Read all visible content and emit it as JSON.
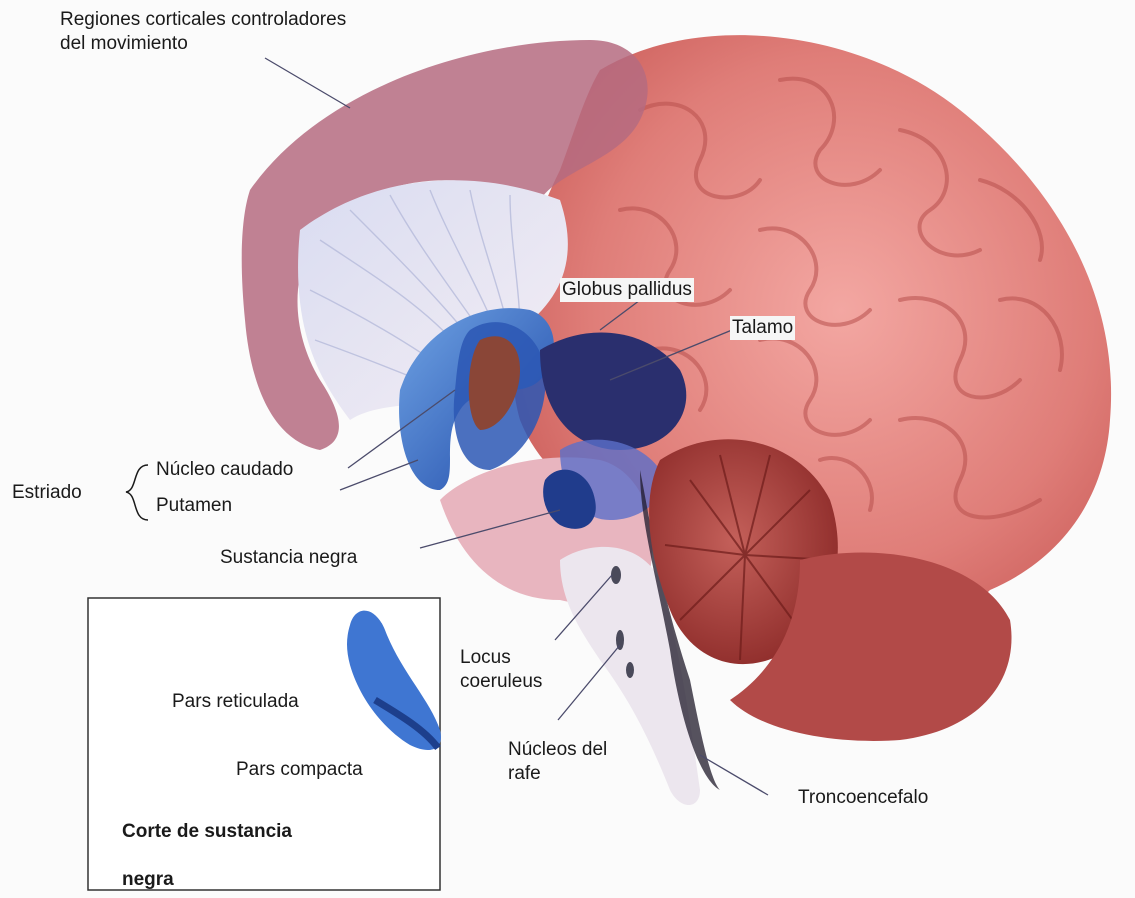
{
  "labels": {
    "cortical": [
      "Regiones corticales controladores",
      "del movimiento"
    ],
    "globus": "Globus pallidus",
    "talamo": "Talamo",
    "estriado": "Estriado",
    "caudado": "Núcleo caudado",
    "putamen": "Putamen",
    "sustancia": "Sustancia negra",
    "locus": [
      "Locus",
      "coeruleus"
    ],
    "rafe": [
      "Núcleos del",
      "rafe"
    ],
    "tronco": "Troncoencefalo"
  },
  "inset": {
    "reticulada": "Pars reticulada",
    "compacta": "Pars compacta",
    "title": [
      "Corte de sustancia",
      "negra"
    ]
  }
}
